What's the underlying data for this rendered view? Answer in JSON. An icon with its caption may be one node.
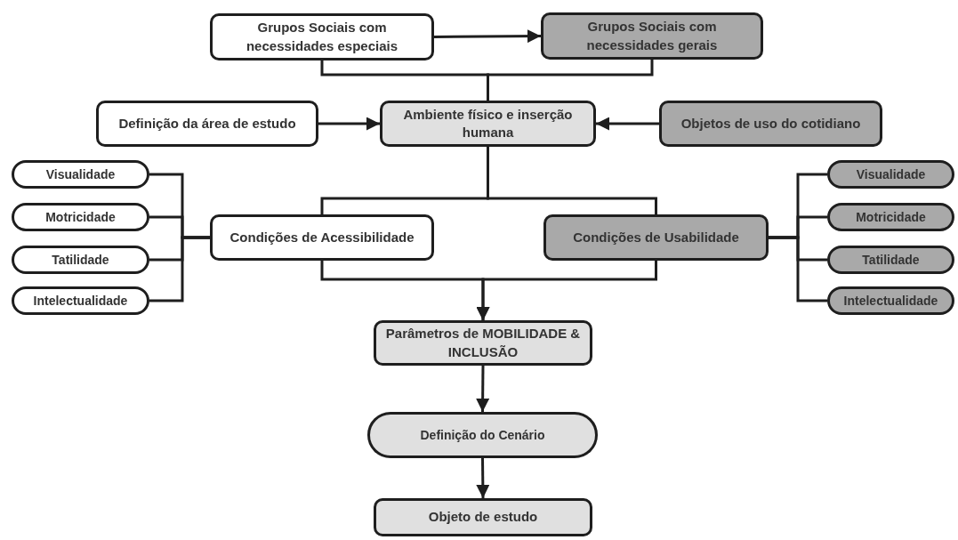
{
  "diagram": {
    "nodes": [
      {
        "text": [
          "Grupos Sociais com necessidades especiais"
        ]
      },
      {
        "text": [
          "Grupos Sociais com necessidades gerais"
        ]
      },
      {
        "text": [
          "Definição da área de estudo"
        ]
      },
      {
        "text": [
          "Ambiente físico e inserção humana"
        ]
      },
      {
        "text": [
          "Objetos de uso do cotidiano"
        ]
      },
      {
        "text": [
          "Visualidade"
        ]
      },
      {
        "text": [
          "Motricidade"
        ]
      },
      {
        "text": [
          "Tatilidade"
        ]
      },
      {
        "text": [
          "Intelectualidade"
        ]
      },
      {
        "text": [
          "Condições de Acessibilidade"
        ]
      },
      {
        "text": [
          "Condições de Usabilidade"
        ]
      },
      {
        "text": [
          "Visualidade"
        ]
      },
      {
        "text": [
          "Motricidade"
        ]
      },
      {
        "text": [
          "Tatilidade"
        ]
      },
      {
        "text": [
          "Intelectualidade"
        ]
      },
      {
        "text": [
          "Parâmetros de MOBILIDADE & INCLUSÃO"
        ]
      },
      {
        "text": [
          "Definição do Cenário"
        ]
      },
      {
        "text": [
          "Objeto de estudo"
        ]
      }
    ],
    "edges": [
      {
        "from": 0,
        "to": 1,
        "arrow": "to"
      },
      {
        "from": 0,
        "to": 3,
        "arrow": "none"
      },
      {
        "from": 1,
        "to": 3,
        "arrow": "none"
      },
      {
        "from": 2,
        "to": 3,
        "arrow": "to"
      },
      {
        "from": 4,
        "to": 3,
        "arrow": "to"
      },
      {
        "from": 3,
        "to": 9,
        "arrow": "none"
      },
      {
        "from": 3,
        "to": 10,
        "arrow": "none"
      },
      {
        "from": 5,
        "to": 9,
        "arrow": "none"
      },
      {
        "from": 6,
        "to": 9,
        "arrow": "none"
      },
      {
        "from": 7,
        "to": 9,
        "arrow": "none"
      },
      {
        "from": 8,
        "to": 9,
        "arrow": "none"
      },
      {
        "from": 10,
        "to": 11,
        "arrow": "none"
      },
      {
        "from": 10,
        "to": 12,
        "arrow": "none"
      },
      {
        "from": 10,
        "to": 13,
        "arrow": "none"
      },
      {
        "from": 10,
        "to": 14,
        "arrow": "none"
      },
      {
        "from": 9,
        "to": 15,
        "arrow": "to"
      },
      {
        "from": 10,
        "to": 15,
        "arrow": "to"
      },
      {
        "from": 15,
        "to": 16,
        "arrow": "to"
      },
      {
        "from": 16,
        "to": 17,
        "arrow": "to"
      }
    ]
  }
}
